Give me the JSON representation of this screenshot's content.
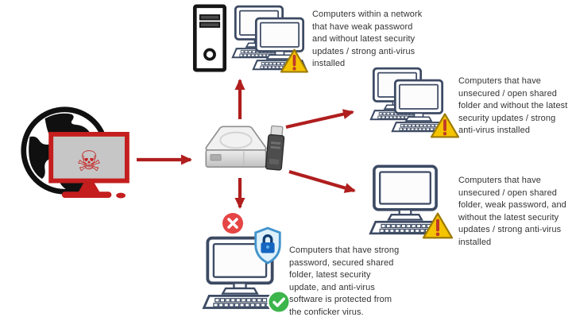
{
  "diagram": {
    "name": "conficker-virus-spread-diagram",
    "background": "#ffffff",
    "arrow_color": "#b01e1e"
  },
  "source": {
    "skull_glyph": "☠"
  },
  "annotations": {
    "network_computers": "Computers within a network that have weak password and without latest security updates / strong anti-virus installed",
    "shared_folder_computers": "Computers that have unsecured / open shared folder and without the latest security updates / strong anti-virus installed",
    "weak_password_computers": "Computers that have unsecured / open shared folder, weak password, and without the latest security updates / strong anti-virus installed",
    "protected_computer": "Computers that have strong password,  secured shared folder, latest security update, and anti-virus software is protected from the conficker virus."
  },
  "icons": {
    "source": "globe-with-infected-computer",
    "carrier": "hard-drive-and-usb",
    "warning": "warning-triangle",
    "blocked": "red-x-circle",
    "protected": "shield-lock",
    "safe": "green-check-circle"
  },
  "colors": {
    "arrow": "#b01e1e",
    "computer_outline": "#3c4a63",
    "warning_yellow": "#f5c400",
    "infected_red": "#c41e1e",
    "shield_blue": "#4293cc",
    "lock_blue": "#1565c0",
    "check_green": "#3cb54a",
    "block_red": "#e64545"
  },
  "flows": [
    {
      "from": "internet-source",
      "to": "removable-media",
      "blocked": false
    },
    {
      "from": "removable-media",
      "to": "network-computers",
      "blocked": false
    },
    {
      "from": "removable-media",
      "to": "shared-folder-computers",
      "blocked": false
    },
    {
      "from": "removable-media",
      "to": "weak-password-computers",
      "blocked": false
    },
    {
      "from": "removable-media",
      "to": "protected-computer",
      "blocked": true
    }
  ]
}
